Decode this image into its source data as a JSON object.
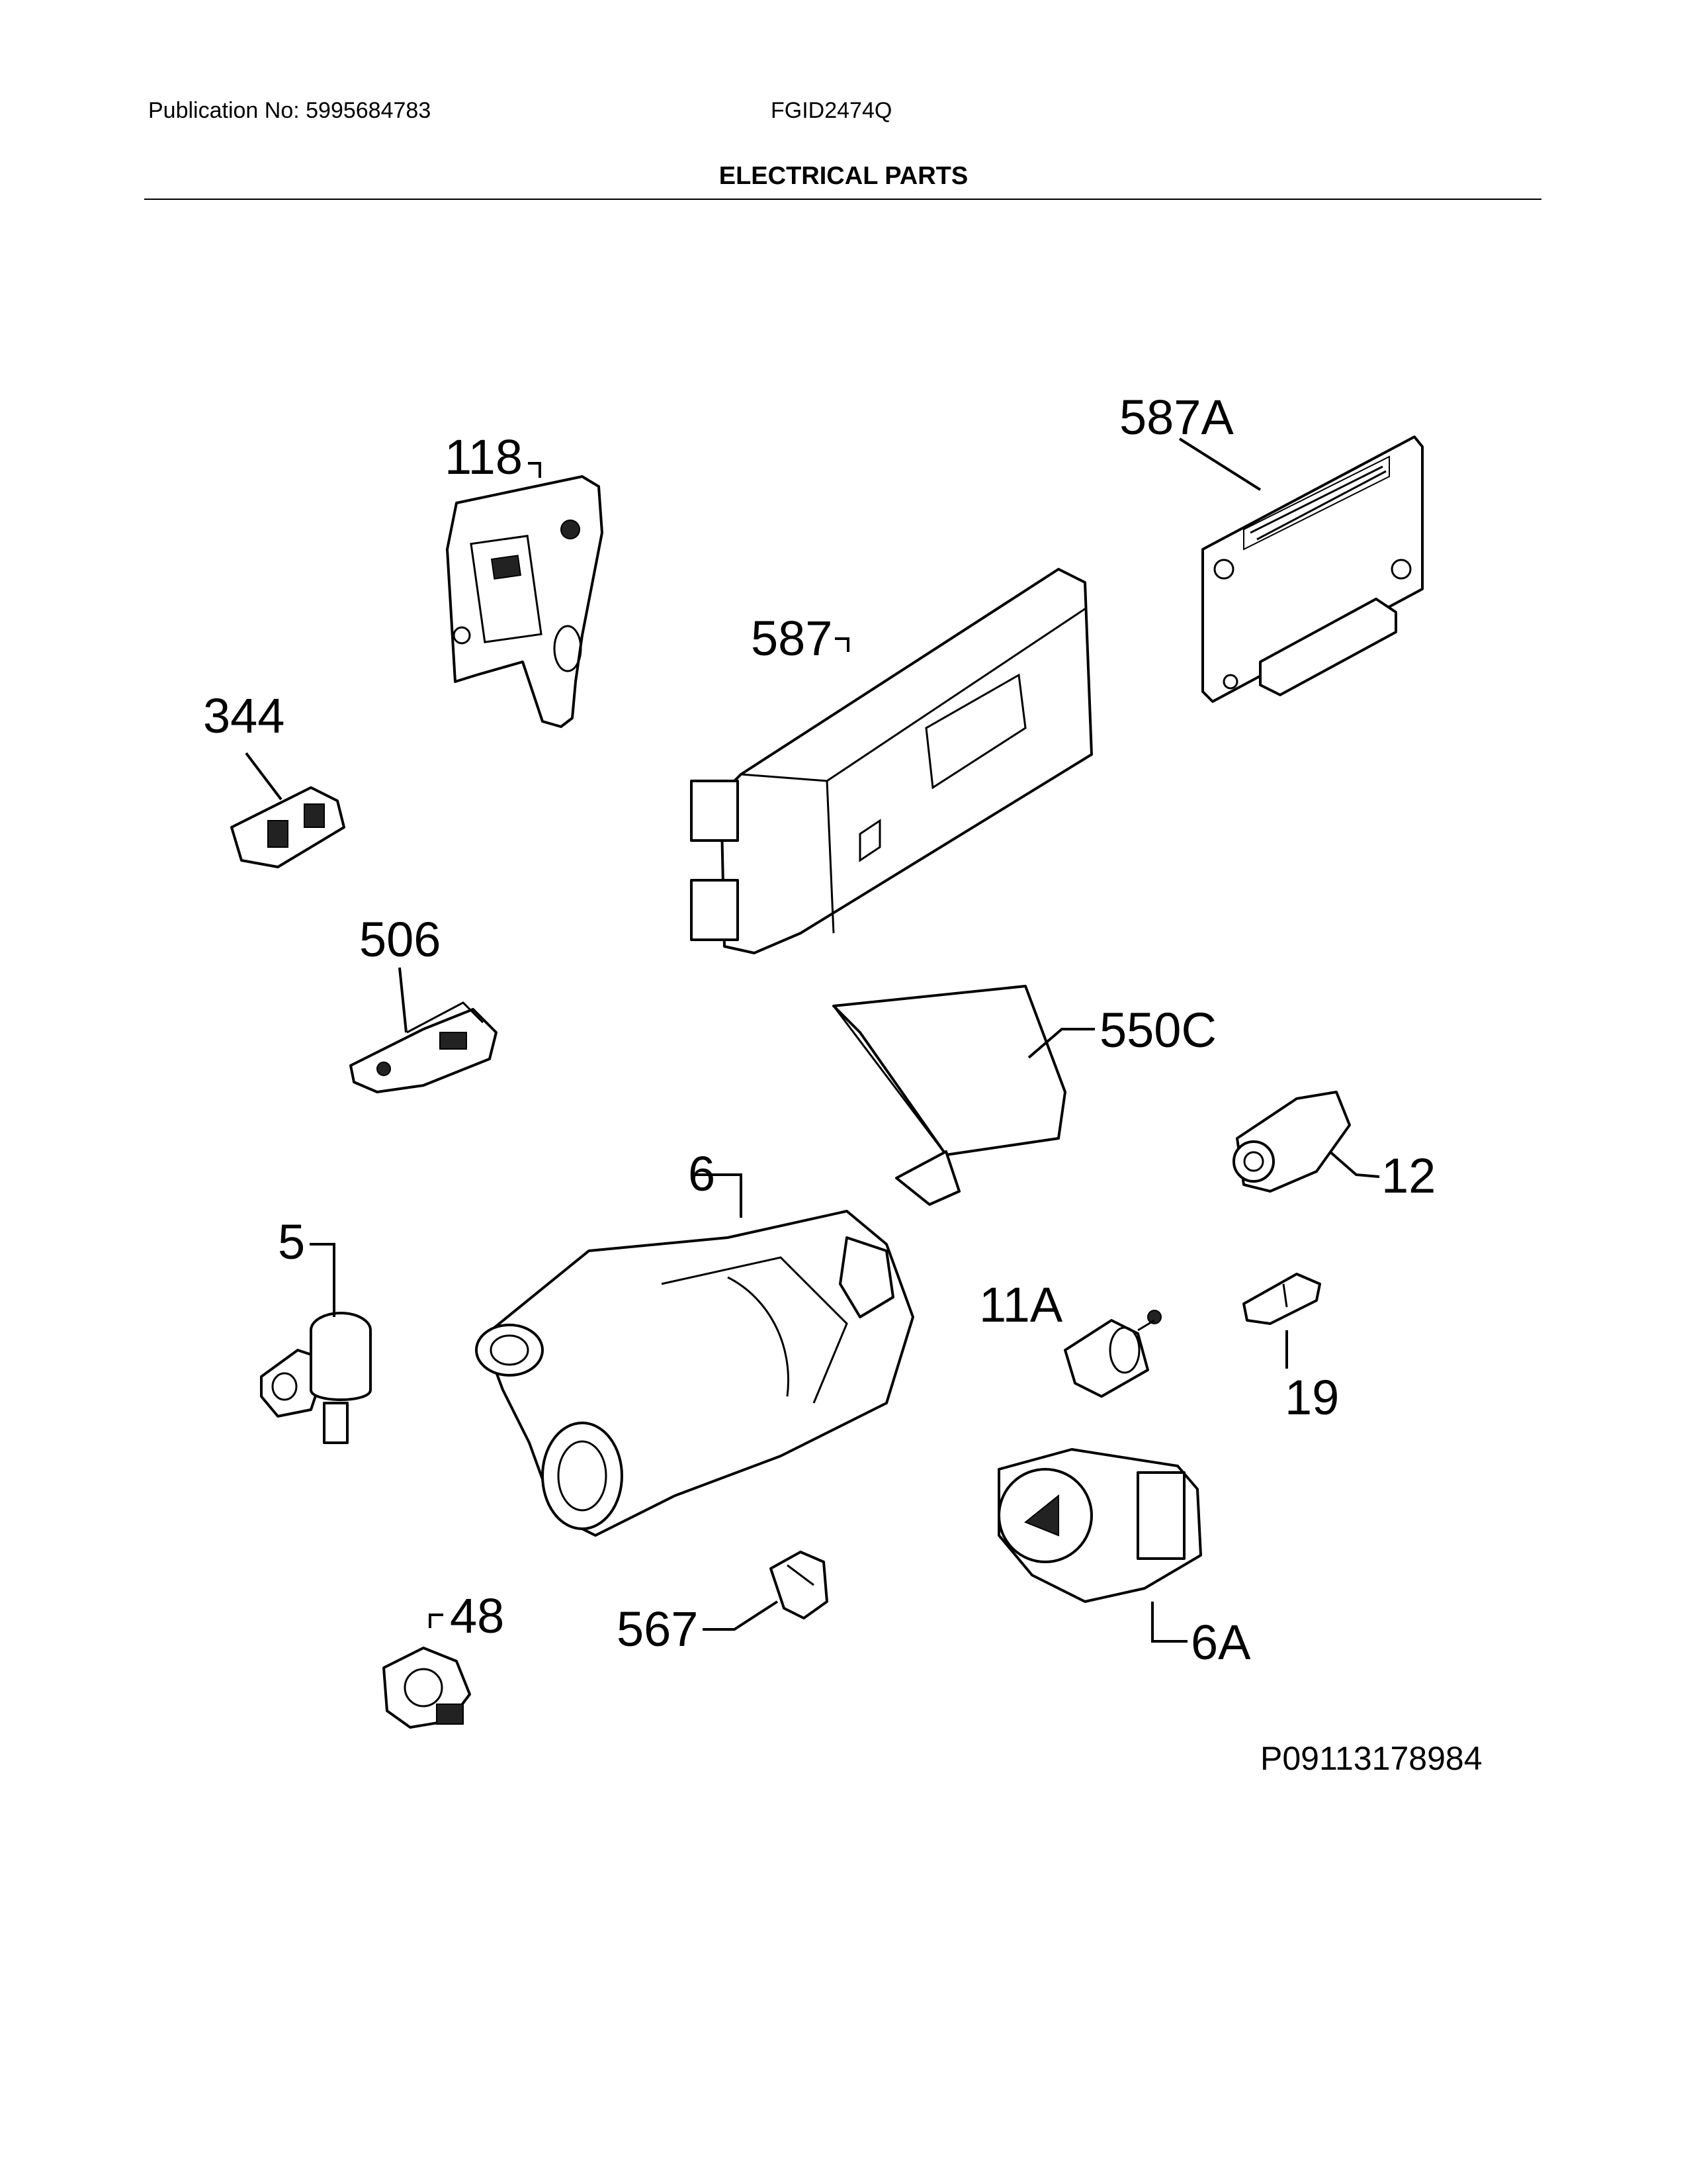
{
  "header": {
    "publication": "Publication No: 5995684783",
    "model": "FGID2474Q",
    "section_title": "ELECTRICAL PARTS"
  },
  "callouts": {
    "c118": "118",
    "c587A": "587A",
    "c587": "587",
    "c344": "344",
    "c506": "506",
    "c550C": "550C",
    "c12": "12",
    "c6": "6",
    "c5": "5",
    "c11A": "11A",
    "c19": "19",
    "c48": "48",
    "c567": "567",
    "c6A": "6A"
  },
  "figure_id": "P09113178984"
}
